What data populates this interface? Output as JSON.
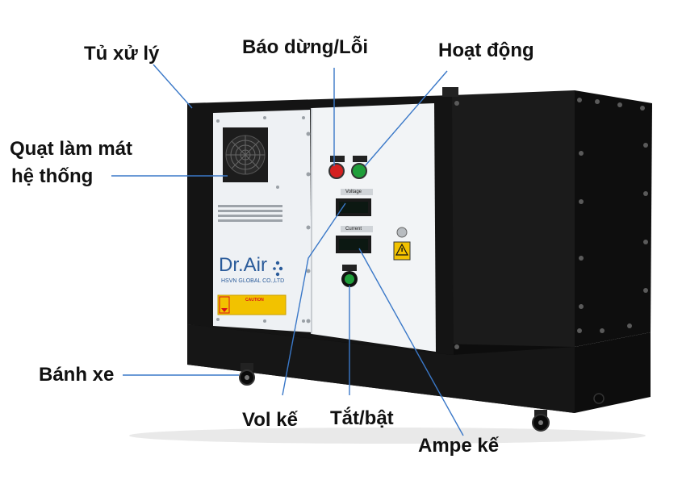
{
  "labels": {
    "cabinet": "Tủ xử lý",
    "stop_error": "Báo dừng/Lỗi",
    "running": "Hoạt động",
    "fan_line1": "Quạt làm mát",
    "fan_line2": "hệ thống",
    "wheels": "Bánh xe",
    "voltmeter": "Vol kế",
    "onoff": "Tắt/bật",
    "ammeter": "Ampe kế"
  },
  "panel": {
    "brand": "Dr.Air",
    "company": "HSVN GLOBAL CO.,LTD",
    "voltage_tag": "Voltage",
    "current_tag": "Current",
    "caution": "CAUTION"
  },
  "colors": {
    "cabinet": "#141414",
    "panel": "#eef1f4",
    "brand_blue": "#2a5b9a",
    "leader_line": "#3a78c8",
    "stop_button": "#d42020",
    "run_button": "#1f9e3a",
    "warning": "#f2c200"
  }
}
